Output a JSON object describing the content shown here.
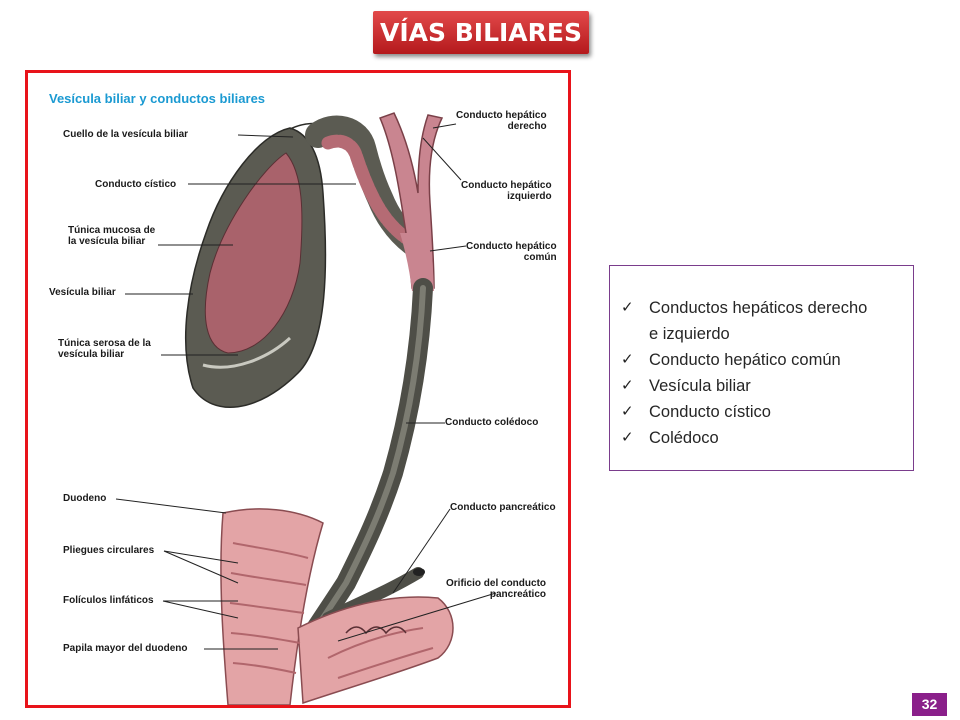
{
  "title": "VÍAS BILIARES",
  "figure": {
    "title": "Vesícula biliar y conductos biliares",
    "labels": {
      "cuello_l1": "Cuello de la vesícula biliar",
      "cistico": "Conducto cístico",
      "mucosa_l1": "Túnica mucosa de",
      "mucosa_l2": "la vesícula biliar",
      "vesicula": "Vesícula biliar",
      "serosa_l1": "Túnica serosa de la",
      "serosa_l2": "vesícula biliar",
      "duodeno": "Duodeno",
      "pliegues": "Pliegues circulares",
      "foliculos": "Folículos linfáticos",
      "papila": "Papila mayor del duodeno",
      "hep_der_l1": "Conducto hepático",
      "hep_der_l2": "derecho",
      "hep_izq_l1": "Conducto hepático",
      "hep_izq_l2": "izquierdo",
      "hep_com_l1": "Conducto hepático",
      "hep_com_l2": "común",
      "coledoco": "Conducto colédoco",
      "pancreatico": "Conducto pancreático",
      "orificio_l1": "Orificio del conducto",
      "orificio_l2": "pancreático"
    }
  },
  "checklist": {
    "items": [
      {
        "line1": "Conductos hepáticos derecho",
        "line2": "e izquierdo"
      },
      {
        "line1": "Conducto hepático común",
        "line2": ""
      },
      {
        "line1": "Vesícula biliar",
        "line2": ""
      },
      {
        "line1": "Conducto cístico",
        "line2": ""
      },
      {
        "line1": "Colédoco",
        "line2": ""
      }
    ],
    "icon": "checkmark-icon"
  },
  "page_number": "32",
  "colors": {
    "title_bg": "#c8272a",
    "frame_border": "#e8131a",
    "figure_title": "#1b9ad2",
    "box_border": "#7a3d8c",
    "page_number_bg": "#8a1f8a"
  }
}
